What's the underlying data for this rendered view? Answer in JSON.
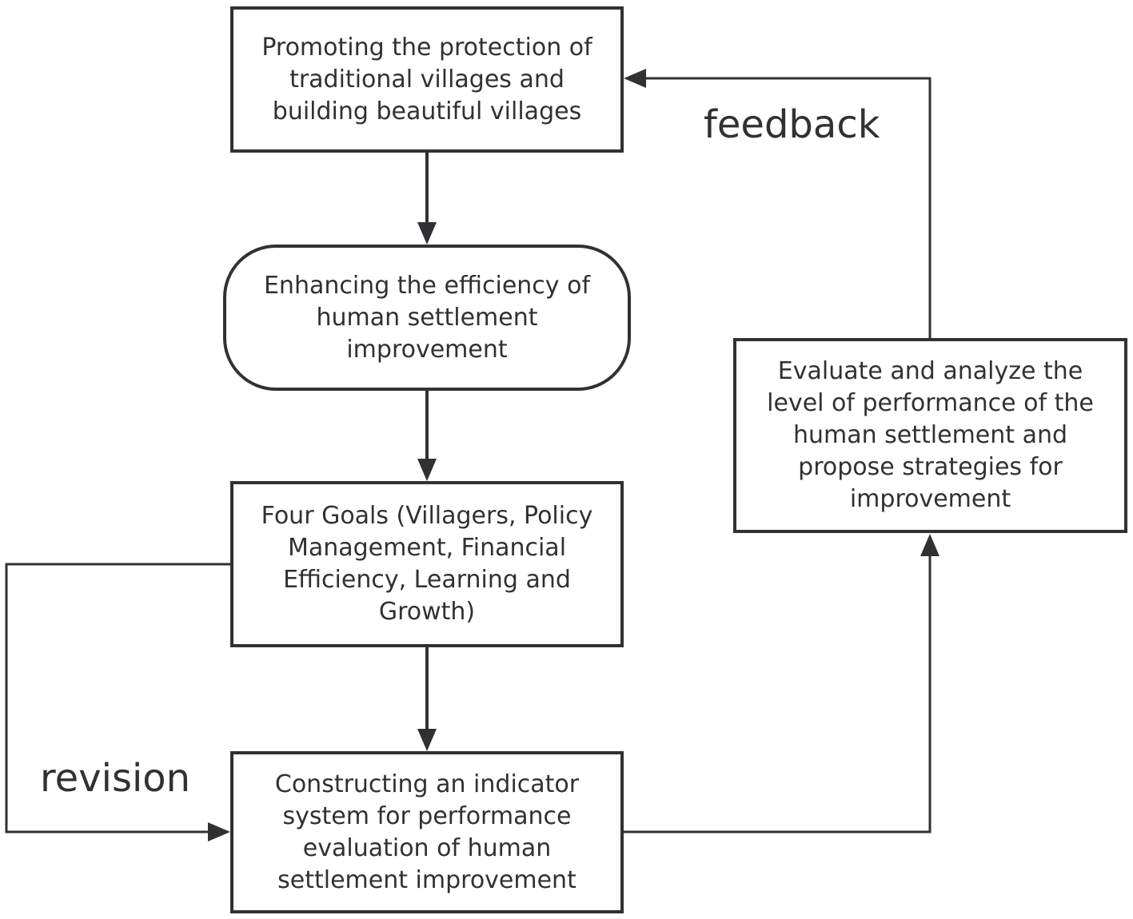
{
  "nodes": {
    "protection": {
      "lines": [
        "Promoting the protection of",
        "traditional villages and",
        "building beautiful villages"
      ]
    },
    "efficiency": {
      "lines": [
        "Enhancing the efficiency of",
        "human settlement",
        "improvement"
      ]
    },
    "goals": {
      "lines": [
        "Four Goals (Villagers, Policy",
        "Management, Financial",
        "Efficiency, Learning and",
        "Growth)"
      ]
    },
    "indicator": {
      "lines": [
        "Constructing an indicator",
        "system for performance",
        "evaluation of human",
        "settlement improvement"
      ]
    },
    "evaluate": {
      "lines": [
        "Evaluate and analyze the",
        "level of performance of the",
        "human settlement and",
        "propose strategies for",
        "improvement"
      ]
    }
  },
  "edge_labels": {
    "feedback": "feedback",
    "revision": "revision"
  },
  "colors": {
    "stroke": "#2f3133",
    "background": "#ffffff"
  }
}
